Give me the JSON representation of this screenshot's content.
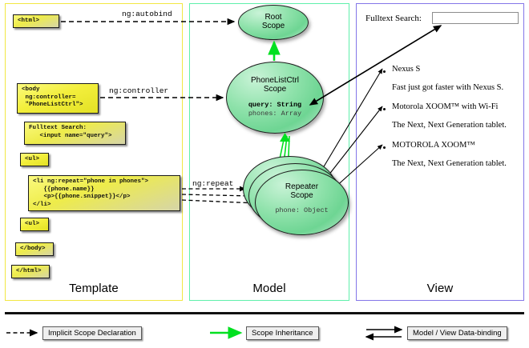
{
  "panels": [
    {
      "id": "template",
      "label": "Template",
      "border_color": "#f2e742"
    },
    {
      "id": "model",
      "label": "Model",
      "border_color": "#5ff0ab"
    },
    {
      "id": "view",
      "label": "View",
      "border_color": "#8476e8"
    }
  ],
  "template": {
    "boxes": [
      {
        "name": "html-open-box",
        "text": "<html>"
      },
      {
        "name": "body-box",
        "text": "<body\n ng:controller=\n \"PhoneListCtrl\">"
      },
      {
        "name": "search-box",
        "text": "Fulltext Search:\n   <input name=\"query\">"
      },
      {
        "name": "ul-open-box",
        "text": "<ul>"
      },
      {
        "name": "li-repeat-box",
        "text": "<li ng:repeat=\"phone in phones\">\n   {{phone.name}}\n   <p>{{phone.snippet}}</p>\n</li>"
      },
      {
        "name": "ul-close-box",
        "text": "<ul>"
      },
      {
        "name": "body-close-box",
        "text": "</body>"
      },
      {
        "name": "html-close-box",
        "text": "</html>"
      }
    ]
  },
  "model": {
    "scopes": [
      {
        "name": "root-scope",
        "title_line1": "Root",
        "title_line2": "Scope",
        "props": []
      },
      {
        "name": "phonelistctrl-scope",
        "title_line1": "PhoneListCtrl",
        "title_line2": "Scope",
        "props": [
          {
            "key": "query:",
            "value": "String",
            "bold": true
          },
          {
            "key": "phones:",
            "value": "Array",
            "bold": false
          }
        ]
      },
      {
        "name": "repeater-scope",
        "title_line1": "Repeater",
        "title_line2": "Scope",
        "props": [
          {
            "key": "phone:",
            "value": "Object",
            "bold": false
          }
        ]
      }
    ],
    "scope_fill_color": "#8fe2ab"
  },
  "connectors": [
    {
      "name": "ng-autobind-label",
      "label": "ng:autobind",
      "style": "dashed"
    },
    {
      "name": "ng-controller-label",
      "label": "ng:controller",
      "style": "dashed"
    },
    {
      "name": "ng-repeat-label",
      "label": "ng:repeat",
      "style": "dashed"
    }
  ],
  "view": {
    "search_label": "Fulltext Search:",
    "search_value": "",
    "search_placeholder": "",
    "items": [
      {
        "name": "Nexus S",
        "snippet": "Fast just got faster with Nexus S."
      },
      {
        "name": "Motorola XOOM™  with Wi-Fi",
        "snippet": "The Next, Next Generation tablet."
      },
      {
        "name": "MOTOROLA XOOM™",
        "snippet": "The Next, Next Generation tablet."
      }
    ]
  },
  "legend": [
    {
      "name": "legend-implicit-scope",
      "label": "Implicit Scope Declaration",
      "arrow": "dashed-black",
      "color": "#000000"
    },
    {
      "name": "legend-scope-inheritance",
      "label": "Scope Inheritance",
      "arrow": "solid-green",
      "color": "#00e020"
    },
    {
      "name": "legend-data-binding",
      "label": "Model / View Data-binding",
      "arrow": "double-black",
      "color": "#000000"
    }
  ]
}
